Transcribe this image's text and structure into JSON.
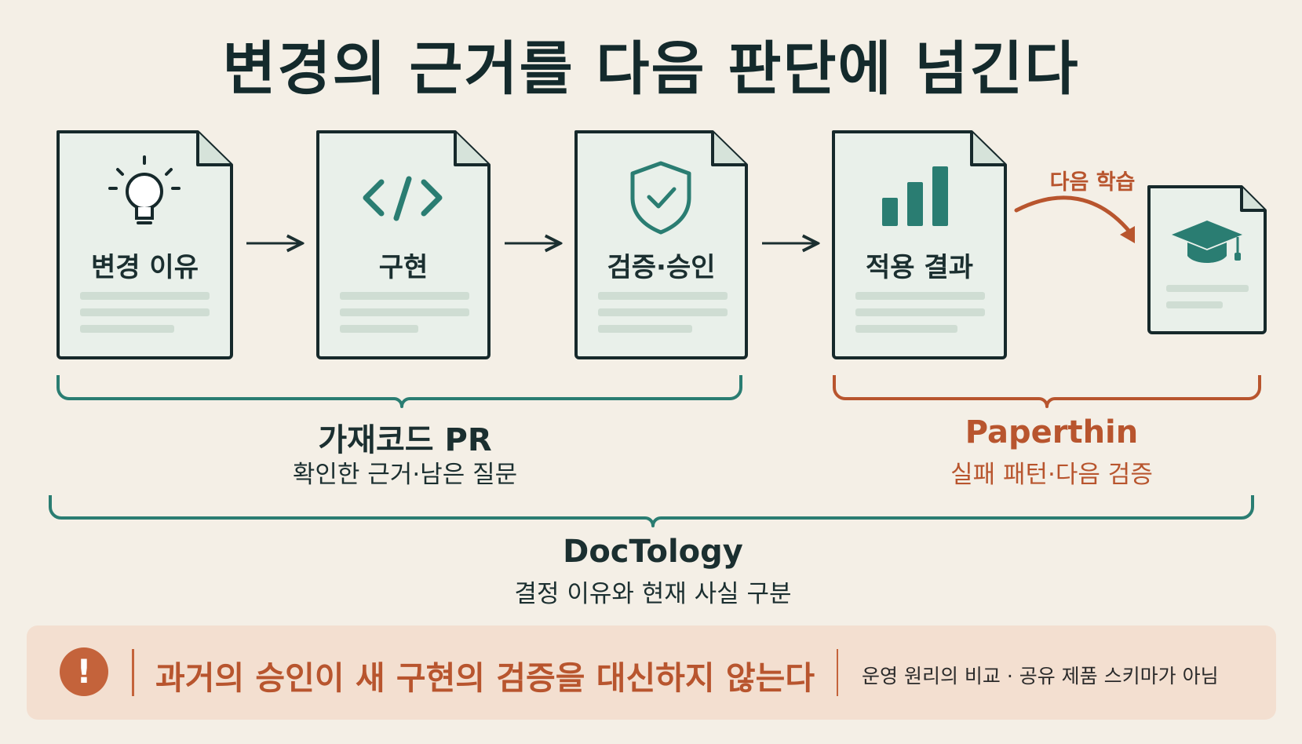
{
  "title": "변경의 근거를 다음 판단에 넘긴다",
  "steps": [
    {
      "label": "변경 이유",
      "icon": "lightbulb-icon"
    },
    {
      "label": "구현",
      "icon": "code-icon"
    },
    {
      "label": "검증·승인",
      "icon": "shield-check-icon"
    },
    {
      "label": "적용 결과",
      "icon": "bar-chart-icon"
    }
  ],
  "next_doc": {
    "icon": "graduation-cap-icon",
    "arc_label": "다음 학습"
  },
  "groups": [
    {
      "title": "가재코드 PR",
      "subtitle": "확인한 근거·남은 질문",
      "color": "#2a7d72"
    },
    {
      "title": "Paperthin",
      "subtitle": "실패 패턴·다음 검증",
      "color": "#b8552e"
    },
    {
      "title": "DocTology",
      "subtitle": "결정 이유와 현재 사실 구분",
      "color": "#2a7d72"
    }
  ],
  "note": {
    "icon": "alert-icon",
    "main": "과거의 승인이 새 구현의 검증을 대신하지 않는다",
    "side": "운영 원리의 비교 · 공유 제품 스키마가 아님"
  },
  "colors": {
    "background": "#f4efe6",
    "doc_fill": "#e9f0ea",
    "doc_stroke": "#16292b",
    "teal": "#2a7d72",
    "rust": "#b8552e",
    "note_bg": "#f3dfd0"
  }
}
